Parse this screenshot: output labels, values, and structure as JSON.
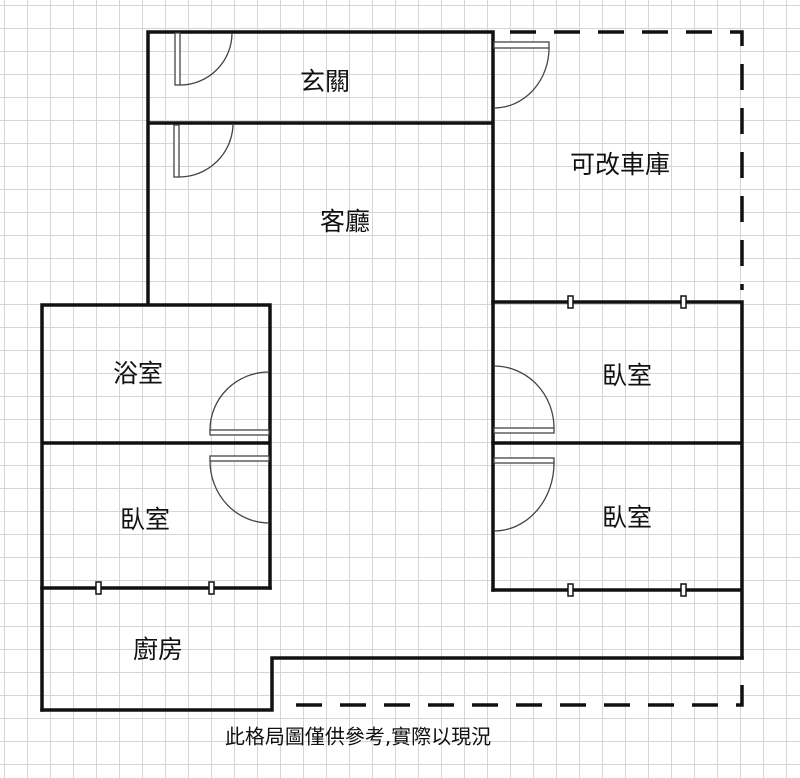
{
  "rooms": {
    "entrance": "玄關",
    "living_room": "客廳",
    "garage_option": "可改車庫",
    "bathroom": "浴室",
    "bedroom_left": "臥室",
    "bedroom_right_top": "臥室",
    "bedroom_right_bottom": "臥室",
    "kitchen": "廚房"
  },
  "note": "此格局圖僅供參考,實際以現況",
  "colors": {
    "wall": "#111111",
    "grid": "#d6d6d6",
    "door": "#555555"
  }
}
